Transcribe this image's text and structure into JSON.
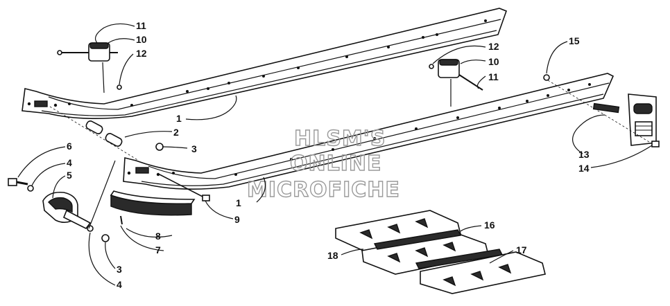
{
  "diagram": {
    "callouts": [
      {
        "id": "c11a",
        "label": "11"
      },
      {
        "id": "c10a",
        "label": "10"
      },
      {
        "id": "c12a",
        "label": "12"
      },
      {
        "id": "c1a",
        "label": "1"
      },
      {
        "id": "c2",
        "label": "2"
      },
      {
        "id": "c3a",
        "label": "3"
      },
      {
        "id": "c6",
        "label": "6"
      },
      {
        "id": "c4a",
        "label": "4"
      },
      {
        "id": "c5",
        "label": "5"
      },
      {
        "id": "c1b",
        "label": "1"
      },
      {
        "id": "c9",
        "label": "9"
      },
      {
        "id": "c8",
        "label": "8"
      },
      {
        "id": "c7",
        "label": "7"
      },
      {
        "id": "c3b",
        "label": "3"
      },
      {
        "id": "c4b",
        "label": "4"
      },
      {
        "id": "c12b",
        "label": "12"
      },
      {
        "id": "c10b",
        "label": "10"
      },
      {
        "id": "c11b",
        "label": "11"
      },
      {
        "id": "c15",
        "label": "15"
      },
      {
        "id": "c13",
        "label": "13"
      },
      {
        "id": "c14",
        "label": "14"
      },
      {
        "id": "c16",
        "label": "16"
      },
      {
        "id": "c17",
        "label": "17"
      },
      {
        "id": "c18",
        "label": "18"
      }
    ],
    "watermark": {
      "line1": "HLSM'S",
      "line2": "ONLINE",
      "line3": "MICROFICHE"
    }
  }
}
